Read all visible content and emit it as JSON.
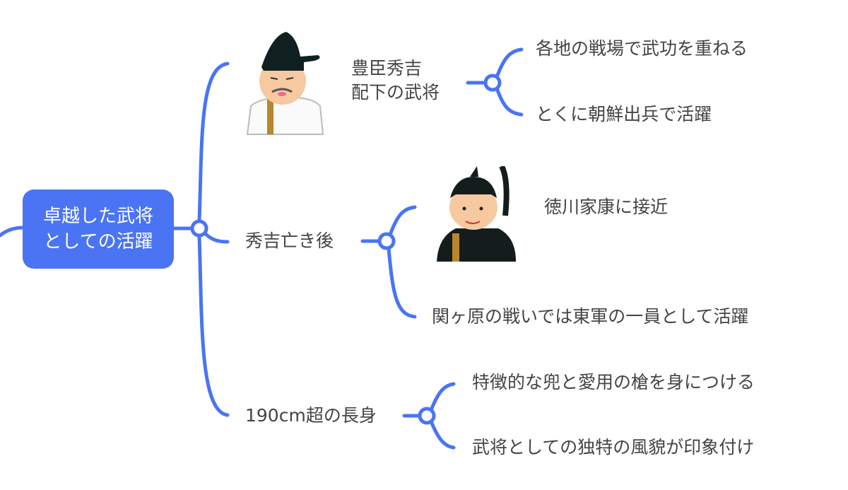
{
  "root": {
    "line1": "卓越した武将",
    "line2": "としての活躍"
  },
  "branches": [
    {
      "line1": "豊臣秀吉",
      "line2": "配下の武将",
      "children": [
        "各地の戦場で武功を重ねる",
        "とくに朝鮮出兵で活躍"
      ],
      "illustration": "hideyoshi-illustration"
    },
    {
      "label": "秀吉亡き後",
      "children": [
        "徳川家康に接近",
        "関ヶ原の戦いでは東軍の一員として活躍"
      ],
      "illustration": "ieyasu-illustration"
    },
    {
      "label": "190cm超の長身",
      "children": [
        "特徴的な兜と愛用の槍を身につける",
        "武将としての独特の風貌が印象付け"
      ]
    }
  ],
  "colors": {
    "accent": "#4a74f3",
    "text": "#444444"
  }
}
